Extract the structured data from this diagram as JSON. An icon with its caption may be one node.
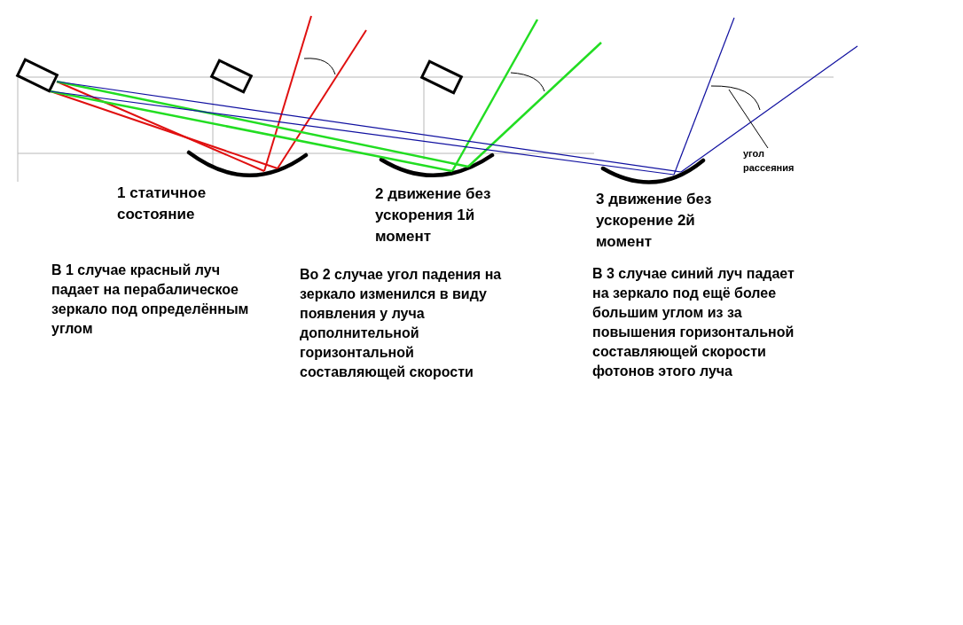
{
  "diagram": {
    "nodes": [
      {
        "text": [
          "угол рассеяния"
        ]
      },
      {
        "text": [],
        "shape": "arc"
      }
    ],
    "edges": [
      {
        "from": 0,
        "to": 1,
        "arrow": "none"
      }
    ],
    "labels": [
      "1 статичное состояние",
      "2 движение без ускорения 1й момент",
      "3 движение без ускорение 2й момент",
      "В 1 случае красный луч падает на перабалическое зеркало под определённым углом",
      "Во 2 случае угол падения на зеркало изменился в виду появления у луча дополнительной горизонтальной составляющей скорости",
      "В 3 случае синий луч падает на зеркало под ещё более большим углом из за повышения горизонтальной составляющей скорости фотонов этого луча"
    ]
  }
}
